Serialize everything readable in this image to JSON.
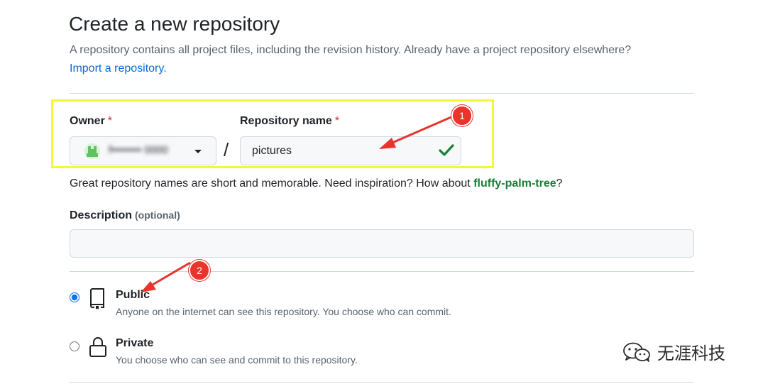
{
  "header": {
    "title": "Create a new repository",
    "subtitle": "A repository contains all project files, including the revision history. Already have a project repository elsewhere?",
    "import_link": "Import a repository."
  },
  "owner": {
    "label": "Owner",
    "required_mark": "*",
    "value": "f•••••••• 0000"
  },
  "separator": "/",
  "repo_name": {
    "label": "Repository name",
    "required_mark": "*",
    "value": "pictures"
  },
  "hint": {
    "text": "Great repository names are short and memorable. Need inspiration? How about",
    "suggestion": "fluffy-palm-tree",
    "end": "?"
  },
  "description": {
    "label": "Description",
    "optional": "(optional)",
    "value": ""
  },
  "visibility": {
    "options": [
      {
        "label": "Public",
        "desc": "Anyone on the internet can see this repository. You choose who can commit.",
        "selected": true
      },
      {
        "label": "Private",
        "desc": "You choose who can see and commit to this repository.",
        "selected": false
      }
    ]
  },
  "annotations": {
    "badge_1": "1",
    "badge_2": "2"
  },
  "watermark": "无涯科技",
  "colors": {
    "link": "#0969da",
    "suggestion": "#1a7f37",
    "required": "#d1242f",
    "highlight": "#f5f53b",
    "annotation": "#e8342a",
    "check": "#1a7f37"
  }
}
